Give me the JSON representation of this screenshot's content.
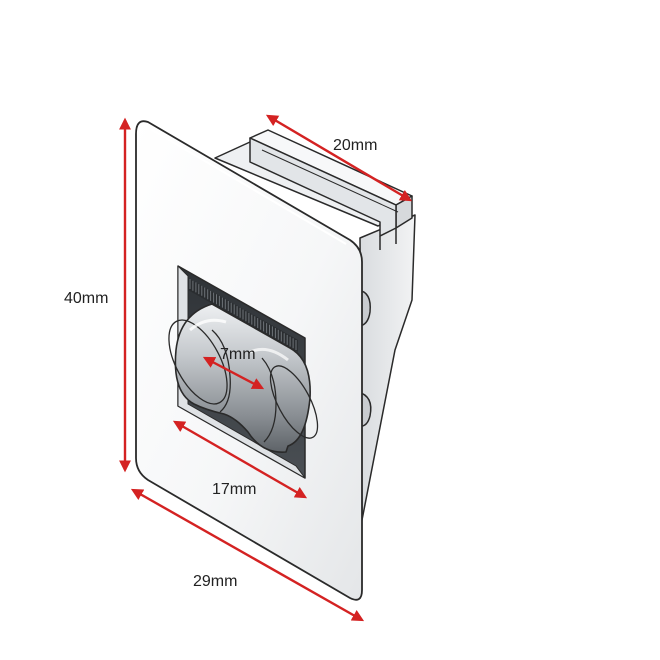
{
  "dimensions": {
    "depth": "20mm",
    "height": "40mm",
    "clamp_gap": "7mm",
    "opening_width": "17mm",
    "width": "29mm"
  },
  "colors": {
    "dimension_arrow": "#d42222",
    "dimension_text": "#222222",
    "outline": "#2a2a2a",
    "plate_face": "#fafafa",
    "dark_recess": "#3c4044"
  }
}
